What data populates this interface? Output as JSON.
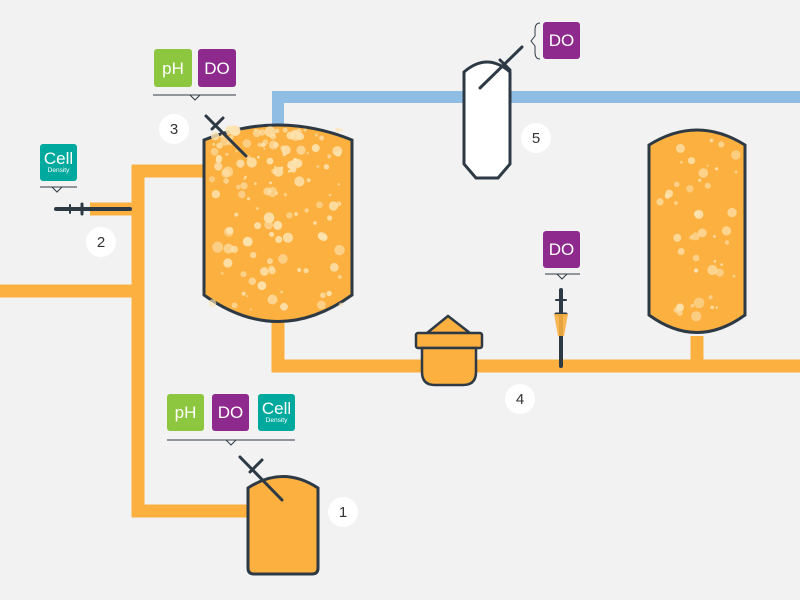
{
  "colors": {
    "background": "#f2f2f2",
    "pipe_orange": "#fbb040",
    "pipe_blue": "#8fbde3",
    "vessel_fill": "#fbb040",
    "outline": "#2d3a45",
    "ph": "#8dc63f",
    "do": "#8e2a8e",
    "cell_density": "#00a99d"
  },
  "badges": {
    "ph": "pH",
    "do": "DO",
    "cell_main": "Cell",
    "cell_sub": "Density"
  },
  "numbers": [
    "1",
    "2",
    "3",
    "4",
    "5"
  ],
  "icons": [
    "probe-icon",
    "bubbles-icon"
  ]
}
